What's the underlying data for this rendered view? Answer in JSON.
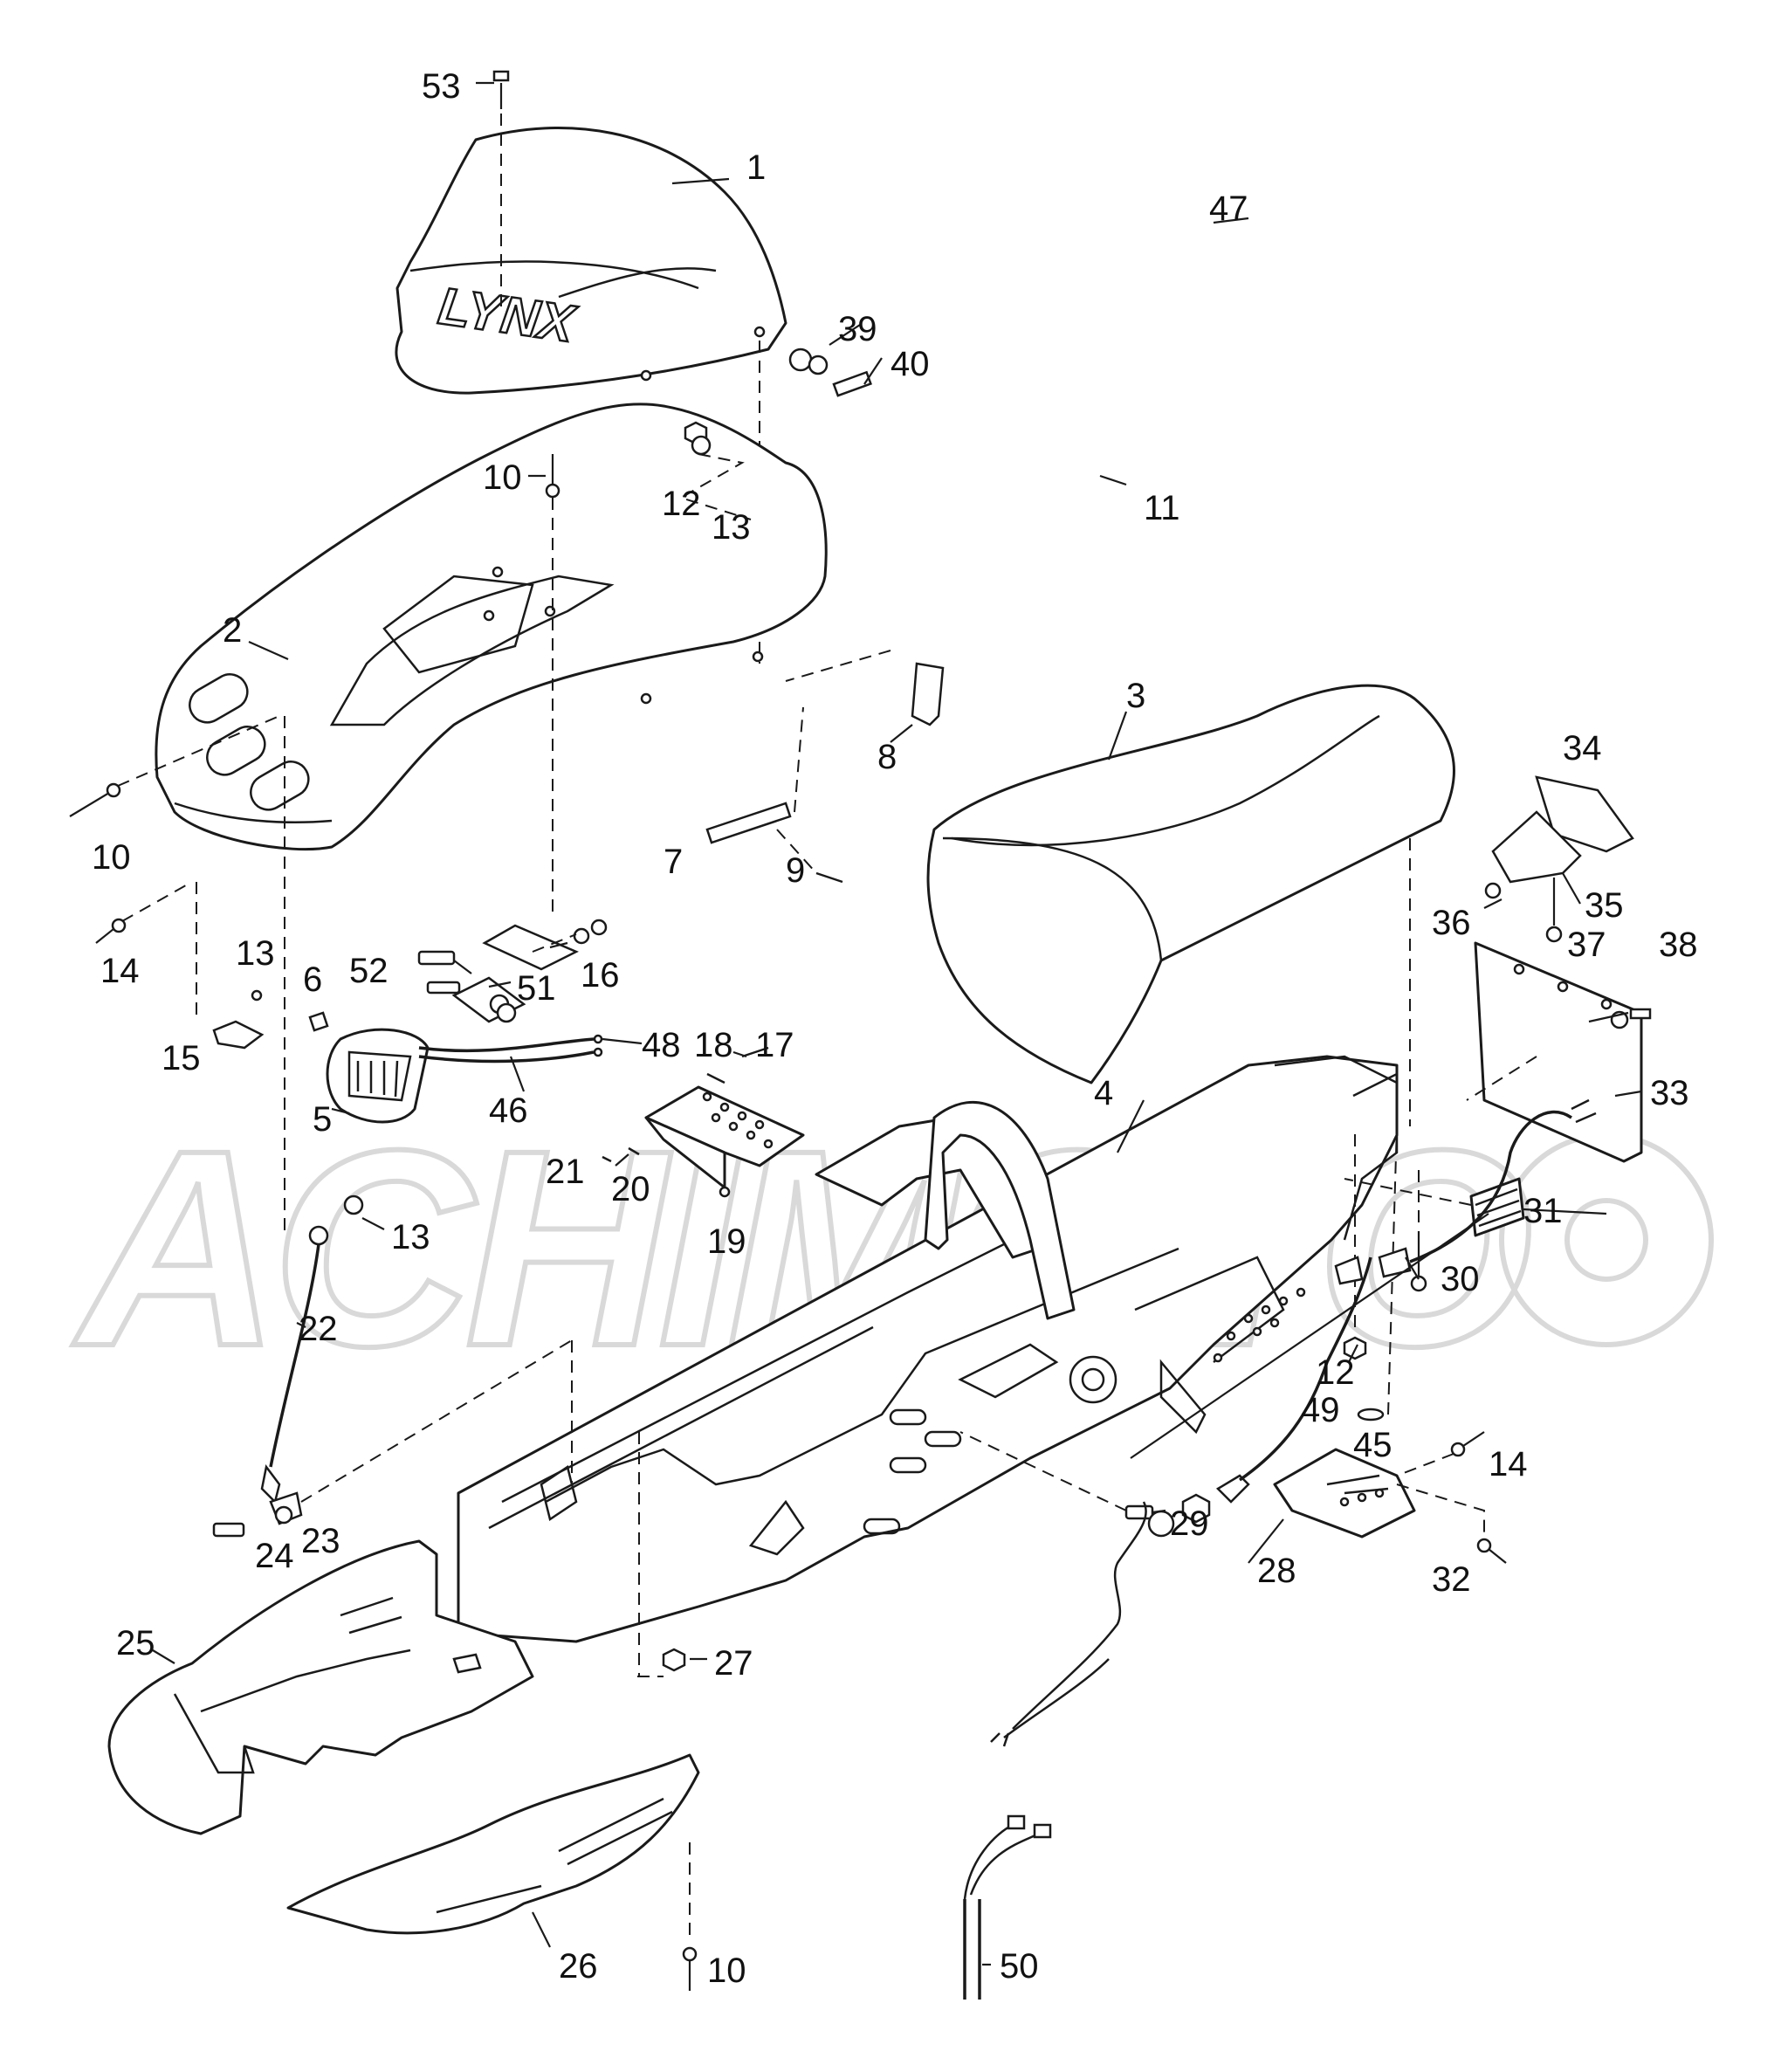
{
  "diagram": {
    "watermark": "ACHIMOTO",
    "windshield_logo": "LYNX",
    "callouts": {
      "c53": "53",
      "c1": "1",
      "c39": "39",
      "c40": "40",
      "c47": "47",
      "c11": "11",
      "c10a": "10",
      "c12a": "12",
      "c13a": "13",
      "c2": "2",
      "c8": "8",
      "c3": "3",
      "c34": "34",
      "c10b": "10",
      "c7": "7",
      "c9": "9",
      "c35": "35",
      "c36": "36",
      "c37": "37",
      "c38": "38",
      "c14a": "14",
      "c13b": "13",
      "c52": "52",
      "c16": "16",
      "c51": "51",
      "c6": "6",
      "c15": "15",
      "c48": "48",
      "c18": "18",
      "c17": "17",
      "c5": "5",
      "c46": "46",
      "c4": "4",
      "c33": "33",
      "c21": "21",
      "c20": "20",
      "c19": "19",
      "c13c": "13",
      "c31": "31",
      "c30": "30",
      "c22": "22",
      "c12b": "12",
      "c49": "49",
      "c45": "45",
      "c14b": "14",
      "c24": "24",
      "c23": "23",
      "c29": "29",
      "c28": "28",
      "c32": "32",
      "c25": "25",
      "c27": "27",
      "c50": "50",
      "c26": "26",
      "c10c": "10"
    }
  }
}
